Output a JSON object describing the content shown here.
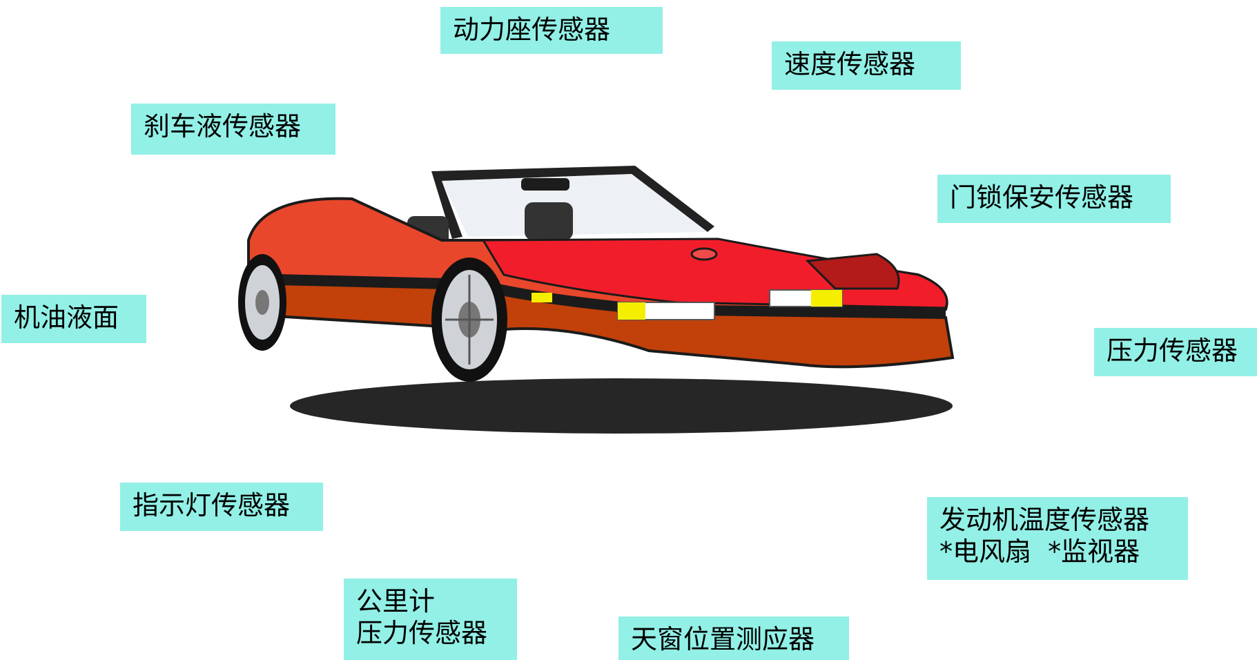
{
  "labels": {
    "power_seat": "动力座传感器",
    "speed": "速度传感器",
    "brake_fluid": "刹车液传感器",
    "door_lock": "门锁保安传感器",
    "oil_level": "机油液面",
    "pressure": "压力传感器",
    "indicator": "指示灯传感器",
    "engine_temp": [
      "发动机温度传感器",
      "*电风扇  *监视器"
    ],
    "odometer": [
      "公里计",
      "压力传感器"
    ],
    "sunroof": "天窗位置测应器"
  },
  "colors": {
    "label_bg": "#92f0e6",
    "car_body": "#e8472c",
    "car_hood": "#f21d2a",
    "car_lower": "#c2410a",
    "headlight": "#f5ee00"
  }
}
